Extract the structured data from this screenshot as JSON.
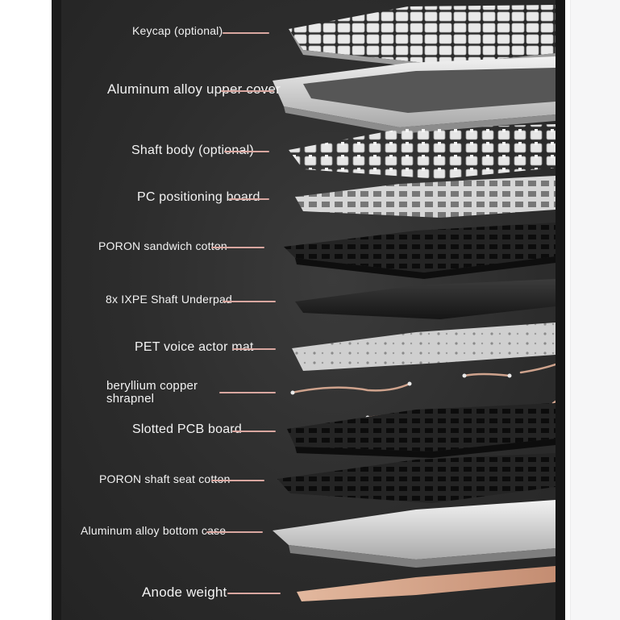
{
  "colors": {
    "panel": "#2c2c2c",
    "leader_line": "#d9a7a0",
    "label_text": "#f2f2f2",
    "anode": "#c9967a"
  },
  "labels": [
    "Keycap (optional)",
    "Aluminum alloy upper cover",
    "Shaft body (optional)",
    "PC positioning board",
    "PORON sandwich cotton",
    "8x IXPE Shaft Underpad",
    "PET voice actor mat",
    "beryllium copper shrapnel",
    "Slotted PCB board",
    "PORON shaft seat cotton",
    "Aluminum alloy bottom case",
    "Anode weight"
  ]
}
